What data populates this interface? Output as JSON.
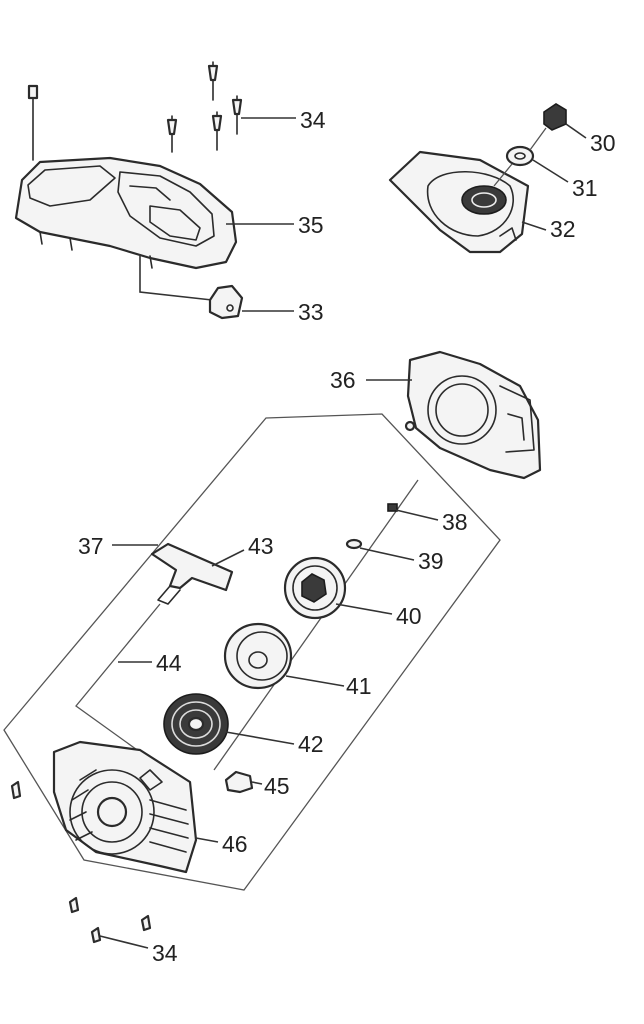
{
  "callouts": {
    "c30": "30",
    "c31": "31",
    "c32": "32",
    "c33": "33",
    "c34_top": "34",
    "c34_bottom": "34",
    "c35": "35",
    "c36": "36",
    "c37": "37",
    "c38": "38",
    "c39": "39",
    "c40": "40",
    "c41": "41",
    "c42": "42",
    "c43": "43",
    "c44": "44",
    "c45": "45",
    "c46": "46"
  }
}
